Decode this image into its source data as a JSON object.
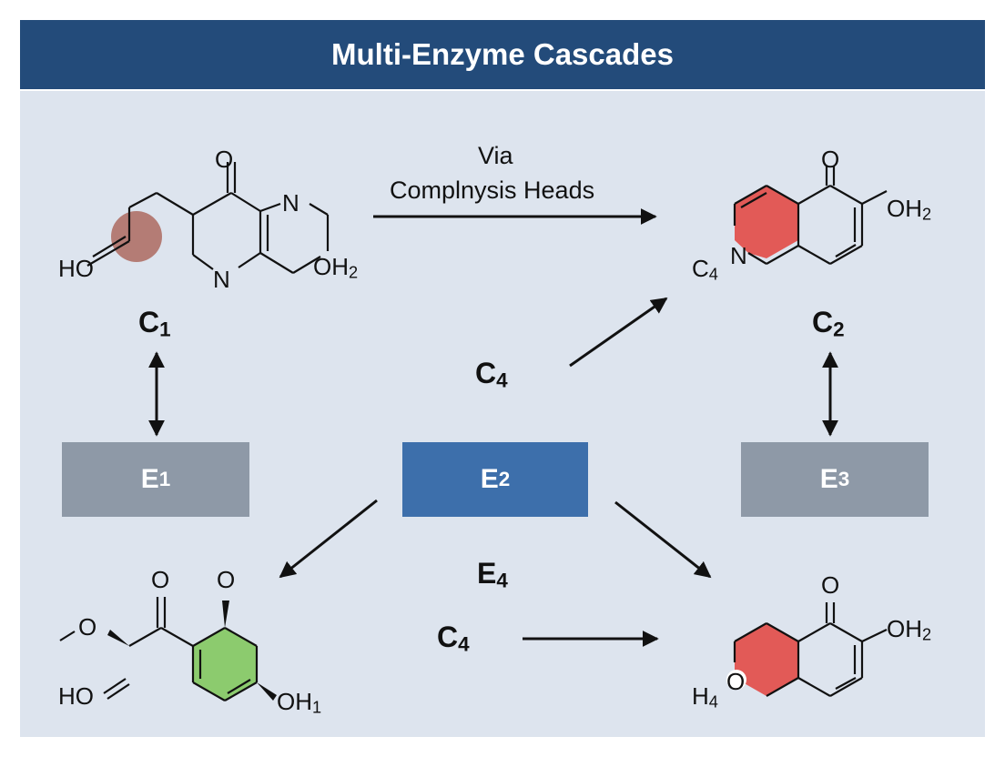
{
  "header": {
    "title": "Multi-Enzyme Cascades"
  },
  "colors": {
    "header_bg": "#234b7a",
    "panel_bg": "#dde4ee",
    "enzyme_gray": "#8e99a7",
    "enzyme_blue": "#3d6fab",
    "ring_red": "#e25a57",
    "ring_green": "#8ccb6e",
    "highlight_brown": "#a65a4c"
  },
  "compounds": {
    "c1": {
      "label_main": "C",
      "label_sub": "1",
      "atoms": [
        "O",
        "N",
        "HO",
        "N",
        "OH",
        "2"
      ]
    },
    "c2": {
      "label_main": "C",
      "label_sub": "2",
      "atoms": [
        "O",
        "OH",
        "2",
        "C",
        "4",
        "N"
      ]
    },
    "c3": {
      "atoms": [
        "O",
        "O",
        "O",
        "HO",
        "OH",
        "1"
      ]
    },
    "c4": {
      "atoms": [
        "O",
        "OH",
        "2",
        "H",
        "4",
        "O"
      ]
    }
  },
  "arrow_labels": {
    "top_line1": "Via",
    "top_line2": "Complnysis Heads",
    "middle": {
      "main": "C",
      "sub": "4"
    },
    "e4": {
      "main": "E",
      "sub": "4"
    },
    "bottom": {
      "main": "C",
      "sub": "4"
    }
  },
  "enzymes": [
    {
      "main": "E",
      "sub": "1"
    },
    {
      "main": "E",
      "sub": "2"
    },
    {
      "main": "E",
      "sub": "3"
    }
  ]
}
